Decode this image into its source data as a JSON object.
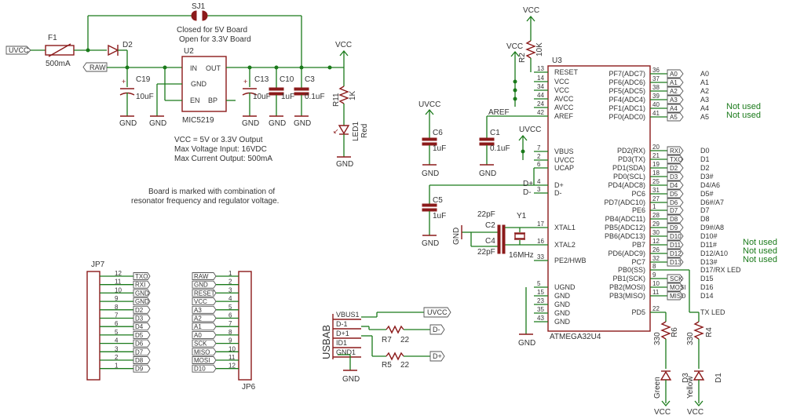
{
  "notes": {
    "sj1_line1": "Closed for 5V Board",
    "sj1_line2": "Open for 3.3V Board",
    "vcc_line1": "VCC = 5V or 3.3V Output",
    "vcc_line2": "Max Voltage Input: 16VDC",
    "vcc_line3": "Max Current Output: 500mA",
    "board_line1": "Board is marked with combination of",
    "board_line2": "resonator frequency and regulator voltage."
  },
  "power": {
    "vcc": "VCC",
    "gnd": "GND",
    "uvcc": "UVCC",
    "raw": "RAW",
    "sj1": "SJ1",
    "f1": "F1",
    "f1_value": "500mA",
    "d2": "D2",
    "u2": "U2",
    "u2_part": "MIC5219",
    "u2_in": "IN",
    "u2_out": "OUT",
    "u2_gnd": "GND",
    "u2_en": "EN",
    "u2_bp": "BP",
    "c19": "C19",
    "c19_value": "10uF",
    "c13": "C13",
    "c13_value": "10uF",
    "c10": "C10",
    "c10_value": "1uF",
    "c3": "C3",
    "c3_value": "0.1uF",
    "r11": "R11",
    "r11_value": "1K",
    "led1": "LED1",
    "led1_color": "Red"
  },
  "mcu": {
    "u3": "U3",
    "part": "ATMEGA32U4",
    "r2": "R2",
    "r2_value": "10K",
    "c6": "C6",
    "c6_value": "1uF",
    "c1": "C1",
    "c1_value": "0.1uF",
    "c5": "C5",
    "c5_value": "1uF",
    "c2": "C2",
    "c2_value": "22pF",
    "c4": "C4",
    "c4_value": "22pF",
    "y1": "Y1",
    "y1_value": "16MHz",
    "aref": "AREF",
    "dplus": "D+",
    "dminus": "D-",
    "left_pins": [
      {
        "num": "13",
        "name": "RESET"
      },
      {
        "num": "14",
        "name": "VCC"
      },
      {
        "num": "34",
        "name": "VCC"
      },
      {
        "num": "44",
        "name": "AVCC"
      },
      {
        "num": "24",
        "name": "AVCC"
      },
      {
        "num": "42",
        "name": "AREF"
      },
      {
        "num": "7",
        "name": "VBUS"
      },
      {
        "num": "2",
        "name": "UVCC"
      },
      {
        "num": "6",
        "name": "UCAP"
      },
      {
        "num": "4",
        "name": "D+"
      },
      {
        "num": "3",
        "name": "D-"
      },
      {
        "num": "17",
        "name": "XTAL1"
      },
      {
        "num": "16",
        "name": "XTAL2"
      },
      {
        "num": "33",
        "name": "PE2/HWB"
      },
      {
        "num": "5",
        "name": "UGND"
      },
      {
        "num": "15",
        "name": "GND"
      },
      {
        "num": "23",
        "name": "GND"
      },
      {
        "num": "35",
        "name": "GND"
      },
      {
        "num": "43",
        "name": "GND"
      }
    ],
    "right_pins": [
      {
        "num": "36",
        "name": "PF7(ADC7)",
        "net": "A0",
        "arduino": "A0"
      },
      {
        "num": "37",
        "name": "PF6(ADC6)",
        "net": "A1",
        "arduino": "A1"
      },
      {
        "num": "38",
        "name": "PF5(ADC5)",
        "net": "A2",
        "arduino": "A2"
      },
      {
        "num": "39",
        "name": "PF4(ADC4)",
        "net": "A3",
        "arduino": "A3"
      },
      {
        "num": "40",
        "name": "PF1(ADC1)",
        "net": "A4",
        "arduino": "A4"
      },
      {
        "num": "41",
        "name": "PF0(ADC0)",
        "net": "A5",
        "arduino": "A5"
      },
      {
        "num": "20",
        "name": "PD2(RX)",
        "net": "RXI",
        "arduino": "D0"
      },
      {
        "num": "21",
        "name": "PD3(TX)",
        "net": "TXO",
        "arduino": "D1"
      },
      {
        "num": "19",
        "name": "PD1(SDA)",
        "net": "D2",
        "arduino": "D2"
      },
      {
        "num": "18",
        "name": "PD0(SCL)",
        "net": "D3",
        "arduino": "D3#"
      },
      {
        "num": "25",
        "name": "PD4(ADC8)",
        "net": "D4",
        "arduino": "D4/A6"
      },
      {
        "num": "31",
        "name": "PC6",
        "net": "D5",
        "arduino": "D5#"
      },
      {
        "num": "27",
        "name": "PD7(ADC10)",
        "net": "D6",
        "arduino": "D6#/A7"
      },
      {
        "num": "1",
        "name": "PE6",
        "net": "D7",
        "arduino": "D7"
      },
      {
        "num": "28",
        "name": "PB4(ADC11)",
        "net": "D8",
        "arduino": "D8"
      },
      {
        "num": "29",
        "name": "PB5(ADC12)",
        "net": "D9",
        "arduino": "D9#/A8"
      },
      {
        "num": "30",
        "name": "PB6(ADC13)",
        "net": "D10",
        "arduino": "D10#"
      },
      {
        "num": "12",
        "name": "PB7",
        "net": "D11",
        "arduino": "D11#"
      },
      {
        "num": "26",
        "name": "PD6(ADC9)",
        "net": "D12",
        "arduino": "D12/A10"
      },
      {
        "num": "32",
        "name": "PC7",
        "net": "D13",
        "arduino": "D13#"
      },
      {
        "num": "8",
        "name": "PB0(SS)",
        "net": "",
        "arduino": "D17/RX LED"
      },
      {
        "num": "9",
        "name": "PB1(SCK)",
        "net": "SCK",
        "arduino": "D15"
      },
      {
        "num": "10",
        "name": "PB2(MOSI)",
        "net": "MOSI",
        "arduino": "D16"
      },
      {
        "num": "11",
        "name": "PB3(MISO)",
        "net": "MISO",
        "arduino": "D14"
      },
      {
        "num": "22",
        "name": "PD5",
        "net": "",
        "arduino": "TX LED"
      }
    ],
    "not_used": [
      "Not used",
      "Not used",
      "Not used",
      "Not used",
      "Not used"
    ],
    "r6": "R6",
    "r6_value": "330",
    "r4": "R4",
    "r4_value": "330",
    "d3": "D3",
    "d3_color": "Green",
    "d1": "D1",
    "d1_color": "Yellow"
  },
  "usb": {
    "label": "USBAB",
    "pins": [
      "VBUS1",
      "D-1",
      "D+1",
      "ID1",
      "GND1"
    ],
    "r7": "R7",
    "r7_value": "22",
    "r5": "R5",
    "r5_value": "22",
    "uvcc": "UVCC",
    "dminus": "D-",
    "dplus": "D+",
    "gnd": "GND"
  },
  "jp7": {
    "name": "JP7",
    "pins": [
      {
        "num": "12",
        "net": "TXO"
      },
      {
        "num": "11",
        "net": "RXI"
      },
      {
        "num": "10",
        "net": "GND"
      },
      {
        "num": "9",
        "net": "GND"
      },
      {
        "num": "8",
        "net": "D2"
      },
      {
        "num": "7",
        "net": "D3"
      },
      {
        "num": "6",
        "net": "D4"
      },
      {
        "num": "5",
        "net": "D5"
      },
      {
        "num": "4",
        "net": "D6"
      },
      {
        "num": "3",
        "net": "D7"
      },
      {
        "num": "2",
        "net": "D8"
      },
      {
        "num": "1",
        "net": "D9"
      }
    ]
  },
  "jp6": {
    "name": "JP6",
    "pins": [
      {
        "num": "1",
        "net": "RAW"
      },
      {
        "num": "2",
        "net": "GND"
      },
      {
        "num": "3",
        "net": "RESET"
      },
      {
        "num": "4",
        "net": "VCC"
      },
      {
        "num": "5",
        "net": "A3"
      },
      {
        "num": "6",
        "net": "A2"
      },
      {
        "num": "7",
        "net": "A1"
      },
      {
        "num": "8",
        "net": "A0"
      },
      {
        "num": "9",
        "net": "SCK"
      },
      {
        "num": "10",
        "net": "MISO"
      },
      {
        "num": "11",
        "net": "MOSI"
      },
      {
        "num": "12",
        "net": "D10"
      }
    ]
  }
}
